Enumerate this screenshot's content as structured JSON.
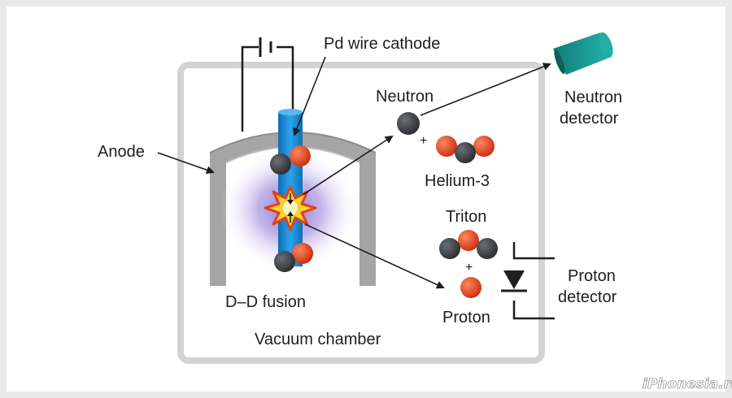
{
  "labels": {
    "cathode": "Pd wire cathode",
    "anode": "Anode",
    "neutron": "Neutron",
    "neutron_detector_line1": "Neutron",
    "neutron_detector_line2": "detector",
    "helium3": "Helium-3",
    "triton": "Triton",
    "proton": "Proton",
    "proton_detector_line1": "Proton",
    "proton_detector_line2": "detector",
    "dd_fusion": "D–D fusion",
    "vacuum_chamber": "Vacuum chamber",
    "plus_neutron_helium": "+",
    "plus_triton_proton": "+"
  },
  "watermark": "iPhonesia.ru",
  "colors": {
    "proton": "#e3401c",
    "neutron": "#3a3d42",
    "cathode": "#1a8fd6",
    "anode": "#a5a5a5",
    "chamber": "#d3d3d3",
    "detector": "#1a9a93",
    "glow": "#7b63c9"
  },
  "icons": {
    "battery": "battery-icon",
    "neutron_detector": "neutron-detector-icon",
    "proton_detector": "diode-detector-icon",
    "fusion": "fusion-burst-icon"
  }
}
